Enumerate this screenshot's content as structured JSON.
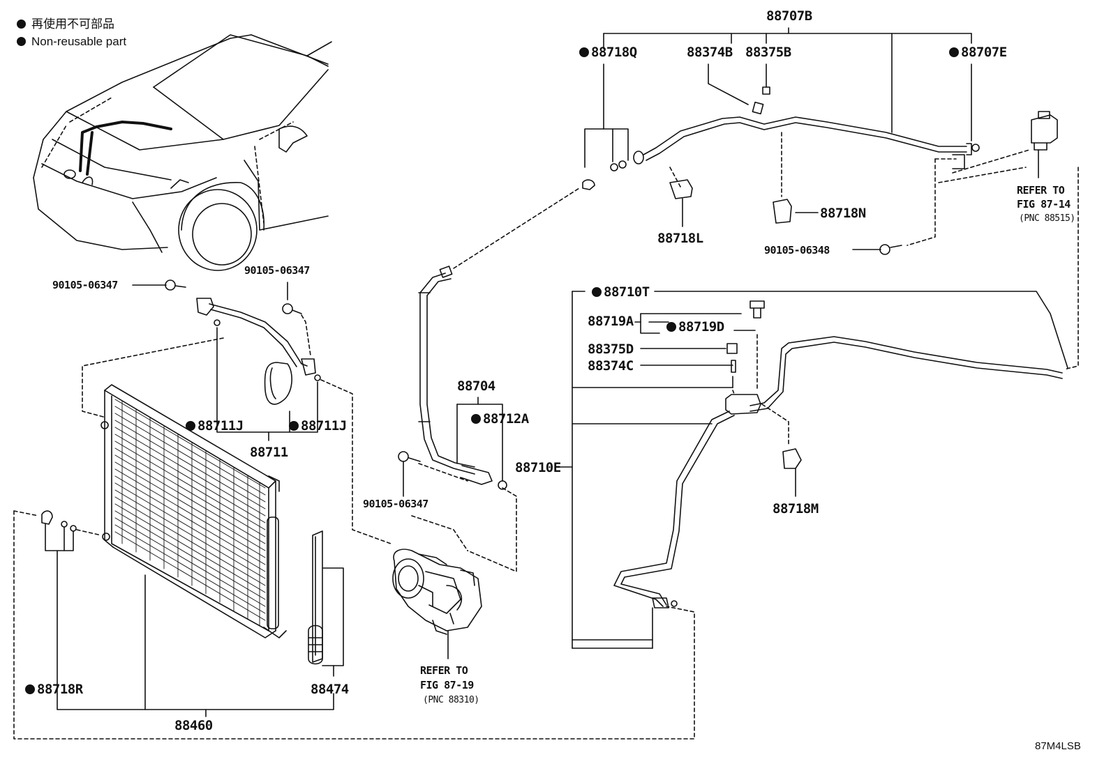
{
  "legend": {
    "jp": "再使用不可部品",
    "en": "Non-reusable part"
  },
  "labels": {
    "p88707B": "88707B",
    "p88718Q": "88718Q",
    "p88374B": "88374B",
    "p88375B": "88375B",
    "p88707E": "88707E",
    "p88718N": "88718N",
    "p88718L": "88718L",
    "bolt06348": "90105-06348",
    "ref8714_l1": "REFER TO",
    "ref8714_l2": "FIG 87-14",
    "ref8714_l3": "(PNC 88515)",
    "bolt06347a": "90105-06347",
    "bolt06347b": "90105-06347",
    "bolt06347c": "90105-06347",
    "p88711J_a": "88711J",
    "p88711J_b": "88711J",
    "p88711": "88711",
    "p88704": "88704",
    "p88712A": "88712A",
    "p88710T": "88710T",
    "p88719A": "88719A",
    "p88719D": "88719D",
    "p88375D": "88375D",
    "p88374C": "88374C",
    "p88710E": "88710E",
    "p88718M": "88718M",
    "ref8719_l1": "REFER TO",
    "ref8719_l2": "FIG 87-19",
    "ref8719_l3": "(PNC 88310)",
    "p88718R": "88718R",
    "p88474": "88474",
    "p88460": "88460"
  },
  "diagram_code": "87M4LSB"
}
